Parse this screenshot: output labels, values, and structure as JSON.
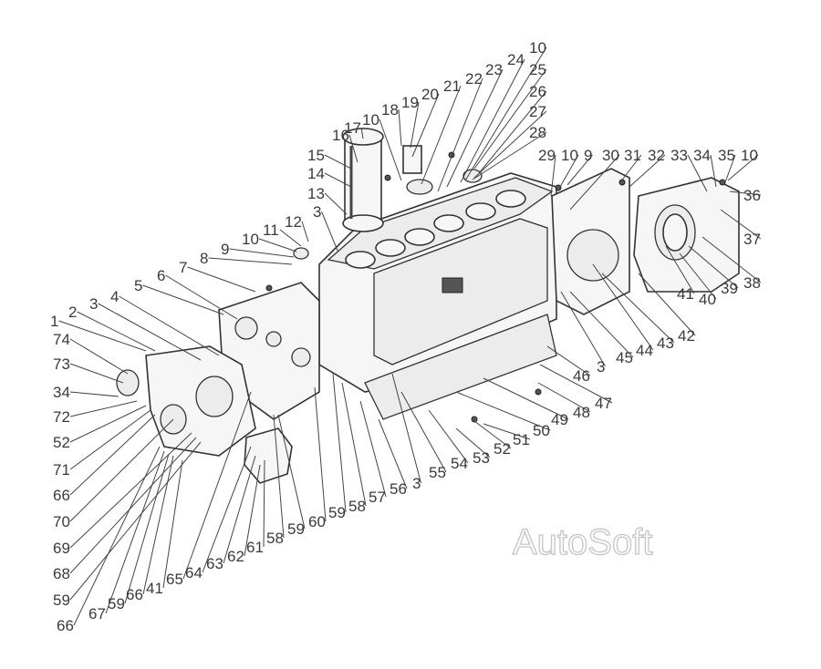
{
  "diagram": {
    "watermark": "AutoSoft",
    "callouts": [
      "16",
      "17",
      "10",
      "18",
      "19",
      "20",
      "21",
      "22",
      "23",
      "24",
      "10",
      "25",
      "26",
      "27",
      "28",
      "29",
      "10",
      "9",
      "30",
      "31",
      "32",
      "33",
      "34",
      "35",
      "10",
      "36",
      "37",
      "38",
      "39",
      "40",
      "41",
      "42",
      "43",
      "44",
      "45",
      "3",
      "46",
      "47",
      "48",
      "49",
      "50",
      "51",
      "52",
      "53",
      "54",
      "55",
      "3",
      "56",
      "57",
      "58",
      "59",
      "60",
      "59",
      "58",
      "61",
      "62",
      "63",
      "64",
      "65",
      "41",
      "66",
      "59",
      "67",
      "66",
      "1",
      "74",
      "73",
      "34",
      "72",
      "52",
      "71",
      "66",
      "70",
      "69",
      "68",
      "59",
      "2",
      "3",
      "4",
      "5",
      "6",
      "7",
      "8",
      "9",
      "10",
      "11",
      "12",
      "3",
      "13",
      "14",
      "15"
    ]
  }
}
